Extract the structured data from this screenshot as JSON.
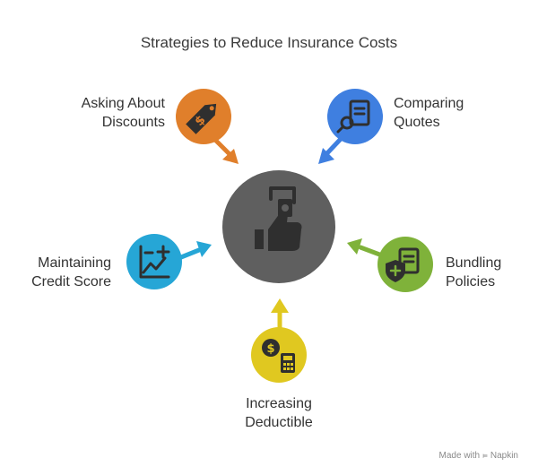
{
  "title": "Strategies to Reduce Insurance Costs",
  "center": {
    "icon": "thumbs-up-money-icon",
    "color": "#5f5f5f"
  },
  "strategies": [
    {
      "id": "discounts",
      "line1": "Asking About",
      "line2": "Discounts",
      "color": "#e07f2b",
      "icon": "price-tag-dollar-icon"
    },
    {
      "id": "quotes",
      "line1": "Comparing",
      "line2": "Quotes",
      "color": "#3f7fe0",
      "icon": "document-magnifier-icon"
    },
    {
      "id": "credit",
      "line1": "Maintaining",
      "line2": "Credit Score",
      "color": "#26a6d6",
      "icon": "chart-plus-icon"
    },
    {
      "id": "bundling",
      "line1": "Bundling",
      "line2": "Policies",
      "color": "#7fb23a",
      "icon": "document-shield-icon"
    },
    {
      "id": "deductible",
      "line1": "Increasing",
      "line2": "Deductible",
      "color": "#e0c820",
      "icon": "dollar-calculator-icon"
    }
  ],
  "watermark": {
    "prefix": "Made with",
    "brand": "Napkin"
  }
}
